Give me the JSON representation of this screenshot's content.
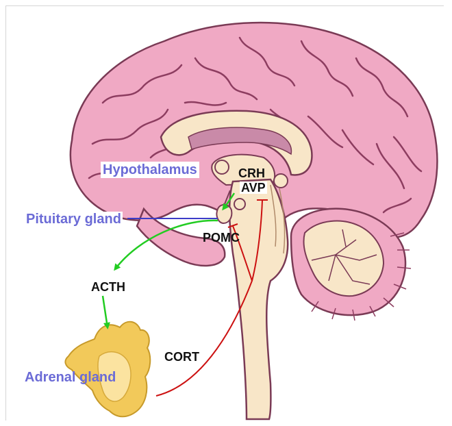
{
  "labels": {
    "hypothalamus": "Hypothalamus",
    "pituitary": "Pituitary gland",
    "adrenal": "Adrenal gland",
    "crh": "CRH",
    "avp": "AVP",
    "pomc": "POMC",
    "acth": "ACTH",
    "cort": "CORT"
  },
  "colors": {
    "structure_label": "#6b6bd6",
    "hormone_label": "#111111",
    "stimulatory_arrow": "#22cc22",
    "inhibitory_feedback": "#cc1111",
    "cortex": "#f0a9c4",
    "brainstem": "#f8e6c8",
    "adrenal": "#f2c95a"
  }
}
